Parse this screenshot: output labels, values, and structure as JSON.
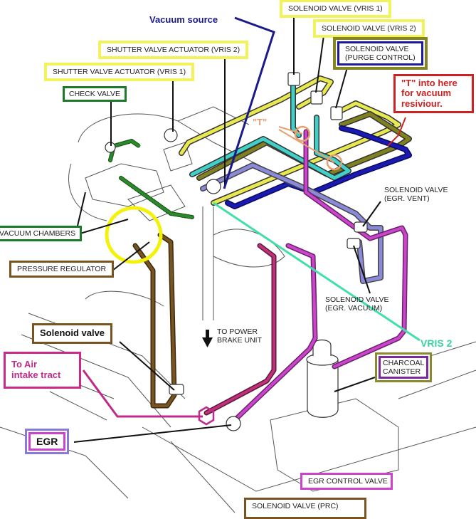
{
  "diagram": {
    "title": "Engine vacuum hose routing diagram",
    "labels": {
      "vacuum_source": "Vacuum source",
      "solenoid_vris1": "SOLENOID VALVE (VRIS 1)",
      "solenoid_vris2": "SOLENOID VALVE (VRIS 2)",
      "solenoid_purge_line1": "SOLENOID VALVE",
      "solenoid_purge_line2": "(PURGE CONTROL)",
      "shutter_vris2": "SHUTTER VALVE ACTUATOR (VRIS 2)",
      "shutter_vris1": "SHUTTER VALVE ACTUATOR (VRIS 1)",
      "check_valve": "CHECK VALVE",
      "t_note": "\"T\" into here for vacuum resiviour.",
      "t_marker": "\"T\"",
      "vacuum_chambers": "VACUUM CHAMBERS",
      "pressure_regulator": "PRESSURE REGULATOR",
      "solenoid_egr_vent_line1": "SOLENOID VALVE",
      "solenoid_egr_vent_line2": "(EGR. VENT)",
      "solenoid_egr_vacuum_line1": "SOLENOID VALVE",
      "solenoid_egr_vacuum_line2": "(EGR. VACUUM)",
      "solenoid_valve": "Solenoid valve",
      "to_power_brake_line1": "TO POWER",
      "to_power_brake_line2": "BRAKE UNIT",
      "vris2_hose": "VRIS 2",
      "to_air_intake_line1": "To Air",
      "to_air_intake_line2": "intake tract",
      "charcoal_line1": "CHARCOAL",
      "charcoal_line2": "CANISTER",
      "egr": "EGR",
      "egr_control_valve": "EGR CONTROL VALVE",
      "solenoid_prc": "SOLENOID VALVE (PRC)"
    },
    "hose_colors": {
      "vris1": "#e8e850",
      "vris2": "#40d0c8",
      "purge": "#808020",
      "vacuum_source": "#1a1ab0",
      "egr_vent": "#8a8ad8",
      "egr_vacuum": "#cc44cc",
      "brake": "#7a5420",
      "intake": "#c0307a",
      "check": "#2a7a2a",
      "vris2_leader": "#40e0a8"
    }
  }
}
